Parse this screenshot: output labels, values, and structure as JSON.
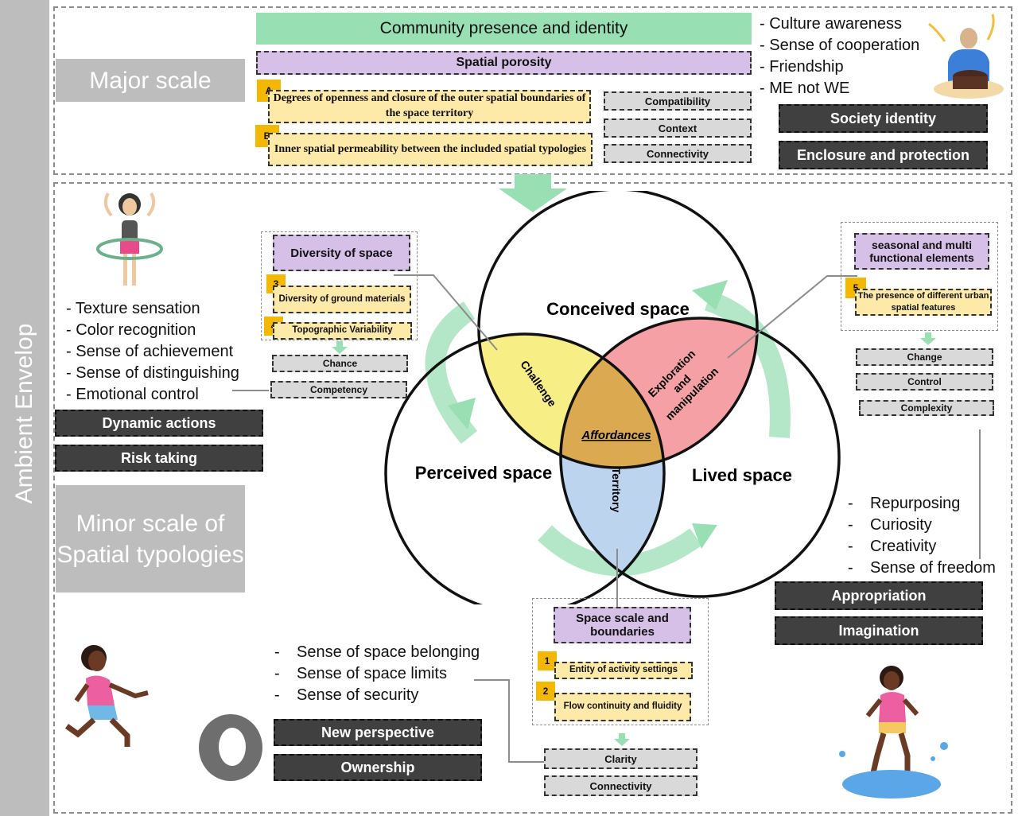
{
  "sidebar": {
    "title": "Ambient Envelop"
  },
  "major": {
    "label": "Major scale",
    "community": "Community presence and identity",
    "porosity": "Spatial porosity",
    "items": [
      {
        "badge": "A",
        "text": "Degrees of openness and closure of the outer spatial boundaries of the space territory"
      },
      {
        "badge": "B",
        "text": "Inner spatial permeability between the included spatial typologies"
      }
    ],
    "grey": [
      "Compatibility",
      "Context",
      "Connectivity"
    ],
    "bullets": [
      "Culture awareness",
      "Sense of cooperation",
      "Friendship",
      "ME not WE"
    ],
    "actions": [
      "Society identity",
      "Enclosure and protection"
    ]
  },
  "minor": {
    "label": "Minor scale of Spatial typologies"
  },
  "venn": {
    "conceived": "Conceived space",
    "perceived": "Perceived space",
    "lived": "Lived space",
    "challenge": "Challenge",
    "exploration": [
      "Exploration",
      "and",
      "manipulation"
    ],
    "affordances": "Affordances",
    "territory": "Territory"
  },
  "left": {
    "purple": "Diversity of space",
    "items": [
      {
        "badge": "3",
        "text": "Diversity of ground materials"
      },
      {
        "badge": "4",
        "text": "Topographic Variability"
      }
    ],
    "grey": [
      "Chance",
      "Competency"
    ],
    "bullets": [
      "Texture sensation",
      "Color recognition",
      "Sense of achievement",
      "Sense of distinguishing",
      "Emotional control"
    ],
    "actions": [
      "Dynamic actions",
      "Risk taking"
    ]
  },
  "right": {
    "purple": "seasonal and multi functional elements",
    "items": [
      {
        "badge": "5",
        "text": "The presence of different urban spatial features"
      }
    ],
    "grey": [
      "Change",
      "Control",
      "Complexity"
    ],
    "bullets": [
      "Repurposing",
      "Curiosity",
      "Creativity",
      "Sense of freedom"
    ],
    "actions": [
      "Appropriation",
      "Imagination"
    ]
  },
  "bottom": {
    "purple": "Space scale and boundaries",
    "items": [
      {
        "badge": "1",
        "text": "Entity of activity settings"
      },
      {
        "badge": "2",
        "text": "Flow continuity and fluidity"
      }
    ],
    "grey": [
      "Clarity",
      "Connectivity"
    ],
    "bullets": [
      "Sense of space belonging",
      "Sense of space limits",
      "Sense of security"
    ],
    "actions": [
      "New perspective",
      "Ownership"
    ]
  },
  "colors": {
    "green": "#99dfb4",
    "purple": "#d6c0e8",
    "yellow": "#fde9a8",
    "dark": "#404040",
    "grey": "#d9d9d9",
    "venn_yellow": "#f7ef86",
    "venn_red": "#f4a0a4",
    "venn_blue": "#bcd4ee",
    "venn_orange": "#dba950"
  },
  "icons": [
    "child-drum-icon",
    "child-hula-hoop-icon",
    "child-running-icon",
    "tire-icon",
    "child-splashing-icon"
  ]
}
